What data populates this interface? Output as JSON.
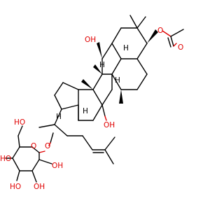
{
  "molecule": {
    "atom_labels": {
      "oh_c6": "OH",
      "o_acetate_ester": "O",
      "o_acetate_carbonyl": "O",
      "oh_c12": "OH",
      "o_glycosidic": "O",
      "oh_ch2": "HO",
      "o_ring": "O",
      "oh_sugar_2": "OH",
      "oh_sugar_3": "OH",
      "oh_sugar_4": "HO",
      "oh_sugar_4b": "HO",
      "h_5": "H",
      "h_8": "H",
      "h_9": "H",
      "h_13": "H",
      "h_17": "H"
    },
    "colors": {
      "oxygen": "#e00000",
      "carbon": "#000000",
      "background": "#ffffff"
    }
  }
}
